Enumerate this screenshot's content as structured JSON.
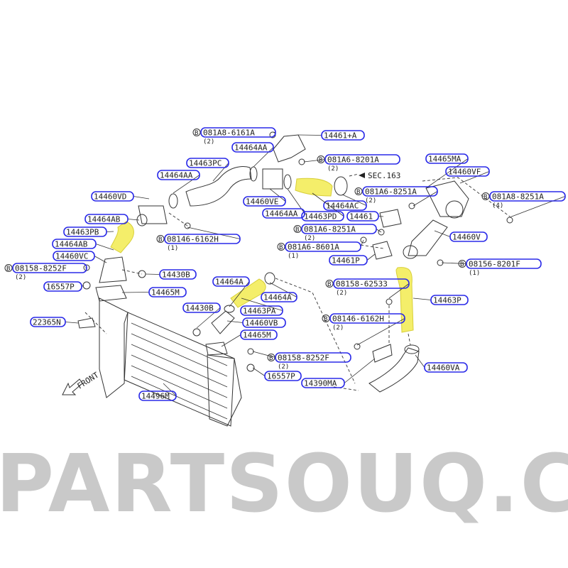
{
  "watermark": "PARTSOUQ.COM",
  "colors": {
    "label_border": "#2a2ae8",
    "hose_highlight": "#f4ee6a",
    "watermark": "#c9c9c9"
  },
  "direction_label": "FRONT",
  "section_ref": "SEC.163",
  "bolt_symbol": "B",
  "labels": [
    {
      "part": "081A8-6161A",
      "qty": "(2)",
      "bolt": true
    },
    {
      "part": "14461+A"
    },
    {
      "part": "14464AA"
    },
    {
      "part": "081A6-8201A",
      "qty": "(2)",
      "bolt": true
    },
    {
      "part": "14463PC"
    },
    {
      "part": "14464AA"
    },
    {
      "part": "14465MA"
    },
    {
      "part": "14460VF"
    },
    {
      "part": "14460VD"
    },
    {
      "part": "14460VE"
    },
    {
      "part": "14464AC"
    },
    {
      "part": "081A6-8251A",
      "qty": "(2)",
      "bolt": true
    },
    {
      "part": "081A8-8251A",
      "qty": "(4)",
      "bolt": true
    },
    {
      "part": "14464AA"
    },
    {
      "part": "14464AB"
    },
    {
      "part": "14463PD"
    },
    {
      "part": "14461"
    },
    {
      "part": "081A6-8251A",
      "qty": "(2)",
      "bolt": true
    },
    {
      "part": "14463PB"
    },
    {
      "part": "08146-6162H",
      "qty": "(1)",
      "bolt": true
    },
    {
      "part": "14460V"
    },
    {
      "part": "14464AB"
    },
    {
      "part": "081A6-8601A",
      "qty": "(1)",
      "bolt": true
    },
    {
      "part": "14460VC"
    },
    {
      "part": "14461P"
    },
    {
      "part": "08158-8252F",
      "qty": "(2)",
      "bolt": true
    },
    {
      "part": "08156-8201F",
      "qty": "(1)",
      "bolt": true
    },
    {
      "part": "14430B"
    },
    {
      "part": "16557P"
    },
    {
      "part": "08158-62533",
      "qty": "(2)",
      "bolt": true
    },
    {
      "part": "14465M"
    },
    {
      "part": "14464A"
    },
    {
      "part": "14463P"
    },
    {
      "part": "14430B"
    },
    {
      "part": "14464A"
    },
    {
      "part": "14463PA"
    },
    {
      "part": "14460VB"
    },
    {
      "part": "14465M"
    },
    {
      "part": "22365N"
    },
    {
      "part": "08146-6162H",
      "qty": "(2)",
      "bolt": true
    },
    {
      "part": "08158-8252F",
      "qty": "(2)",
      "bolt": true
    },
    {
      "part": "16557P"
    },
    {
      "part": "14390MA"
    },
    {
      "part": "14460VA"
    },
    {
      "part": "14496M"
    }
  ]
}
